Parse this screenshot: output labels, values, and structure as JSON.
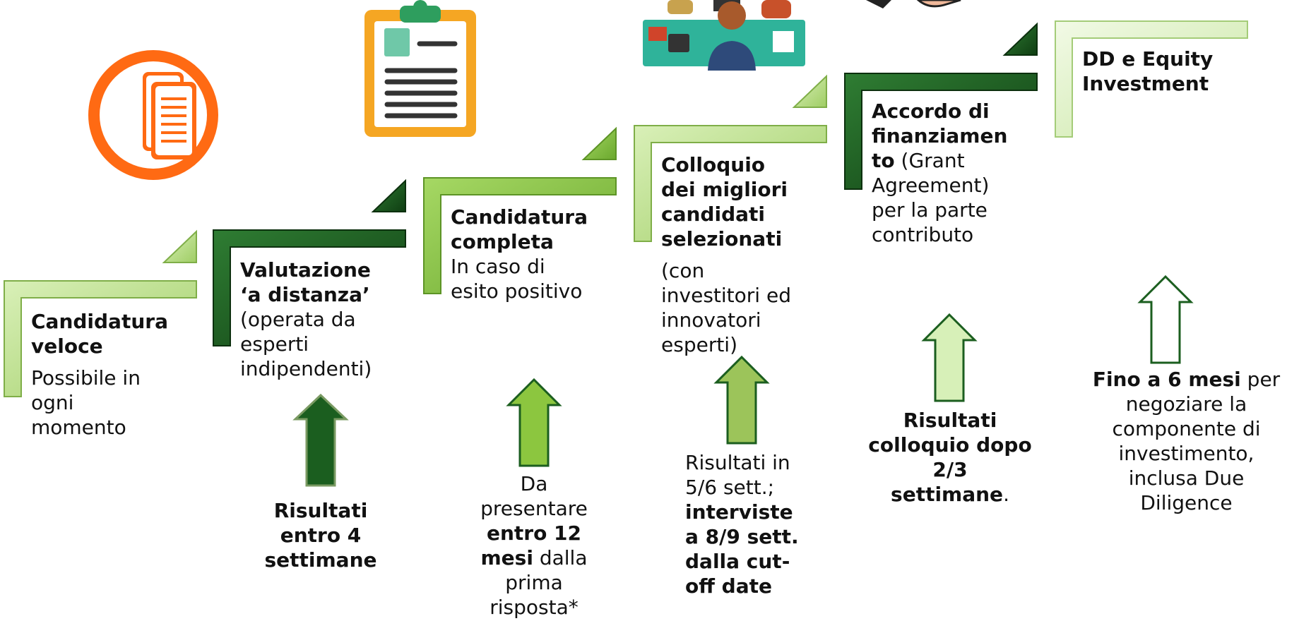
{
  "steps": [
    {
      "id": "candidatura-veloce",
      "title": "Candidatura veloce",
      "desc": "Possibile in ogni momento",
      "color": "light",
      "note": null
    },
    {
      "id": "valutazione",
      "title": "Valutazione ‘a distanza’",
      "desc": "(operata da esperti indipendenti)",
      "color": "dark",
      "note": {
        "lines": [
          {
            "bold": "Risultati entro 4 settimane"
          }
        ]
      }
    },
    {
      "id": "candidatura-completa",
      "title": "Candidatura completa",
      "desc": "In caso di esito positivo",
      "color": "medium",
      "note": {
        "lines": [
          {
            "pre": "Da presentare ",
            "bold": "entro 12 mesi",
            "post": " dalla prima risposta*"
          }
        ]
      }
    },
    {
      "id": "colloquio",
      "title": "Colloquio dei migliori candidati selezionati",
      "desc": "(con investitori ed innovatori esperti)",
      "color": "light",
      "note": {
        "pre": "Risultati in 5/6 sett.;",
        "bold": "interviste a 8/9 sett. dalla cut-off date"
      }
    },
    {
      "id": "accordo",
      "title": "Accordo di finanziamento",
      "desc": "(Grant Agreement) per la parte contributo",
      "color": "dark",
      "note": {
        "bold": "Risultati colloquio dopo 2/3 settimane",
        "post": "."
      }
    },
    {
      "id": "dd-equity",
      "title": "DD e Equity Investment",
      "desc": "",
      "color": "pale",
      "note": {
        "bold": "Fino a 6 mesi",
        "post": " per negoziare la componente di investimento, inclusa Due Diligence"
      }
    }
  ],
  "texts": {
    "s1_title_a": "Candidatura",
    "s1_title_b": "veloce",
    "s1_desc_a": "Possibile in",
    "s1_desc_b": "ogni",
    "s1_desc_c": "momento",
    "s2_title_a": "Valutazione",
    "s2_title_b": "‘a distanza’",
    "s2_desc_a": "(operata da",
    "s2_desc_b": "esperti",
    "s2_desc_c": "indipendenti)",
    "s3_title_a": "Candidatura",
    "s3_title_b": "completa",
    "s3_desc_a": "In caso di",
    "s3_desc_b": "esito positivo",
    "s4_title_a": "Colloquio",
    "s4_title_b": "dei migliori",
    "s4_title_c": "candidati",
    "s4_title_d": "selezionati",
    "s4_desc_a": "(con",
    "s4_desc_b": "investitori ed",
    "s4_desc_c": "innovatori",
    "s4_desc_d": "esperti)",
    "s5_title_a": "Accordo di",
    "s5_title_b": "finanziamen",
    "s5_title_c": "to",
    "s5_desc_a": " (Grant",
    "s5_desc_b": "Agreement)",
    "s5_desc_c": "per la parte",
    "s5_desc_d": "contributo",
    "s6_title_a": "DD e Equity",
    "s6_title_b": "Investment",
    "n2_a": "Risultati",
    "n2_b": "entro 4",
    "n2_c": "settimane",
    "n3_a": "Da",
    "n3_b": "presentare",
    "n3_c": "entro 12",
    "n3_d": "mesi",
    "n3_e": " dalla",
    "n3_f": "prima",
    "n3_g": "risposta*",
    "n4_a": "Risultati in",
    "n4_b": "5/6 sett.;",
    "n4_c": "interviste",
    "n4_d": "a 8/9 sett.",
    "n4_e": "dalla cut-",
    "n4_f": "off date",
    "n5_a": "Risultati",
    "n5_b": "colloquio dopo",
    "n5_c": "2/3",
    "n5_d": "settimane",
    "n5_e": ".",
    "n6_a": "Fino a 6 mesi",
    "n6_b": " per",
    "n6_c": "negoziare la",
    "n6_d": "componente di",
    "n6_e": "investimento,",
    "n6_f": "inclusa Due",
    "n6_g": "Diligence"
  },
  "colors": {
    "dark_green": "#1b5e1f",
    "medium_green": "#8cc63f",
    "light_green": "#c5e69a",
    "pale_green": "#e3f4c8",
    "orange": "#ff6a13",
    "clipboard_orange": "#f5a623",
    "clipboard_green": "#2e9e5e"
  },
  "icons": [
    "document-icon",
    "clipboard-icon",
    "meeting-icon",
    "handshake-icon"
  ]
}
